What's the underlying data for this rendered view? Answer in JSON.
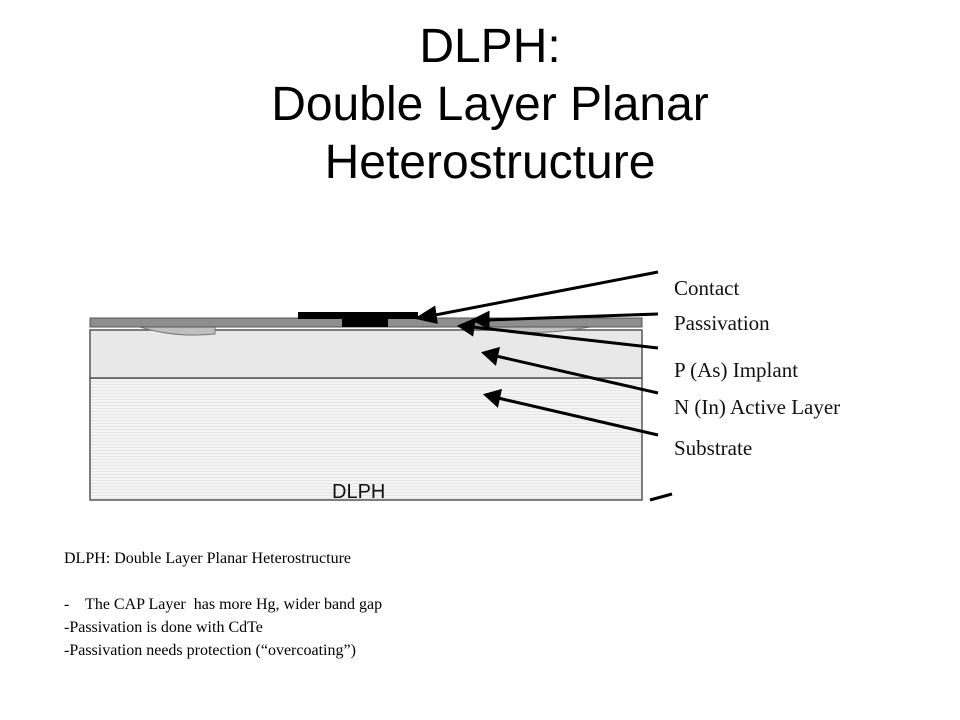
{
  "title": {
    "line1": "DLPH:",
    "line2": "Double Layer Planar",
    "line3": "Heterostructure"
  },
  "diagram": {
    "caption": "DLPH",
    "labels": [
      "Contact",
      "Passivation",
      "P (As) Implant",
      "N (In) Active Layer",
      "Substrate"
    ]
  },
  "notes": {
    "heading": "DLPH: Double Layer Planar Heterostructure",
    "bullets": [
      "-    The CAP Layer  has more Hg, wider band gap",
      "-Passivation is done with CdTe",
      "-Passivation needs protection (“overcoating”)"
    ]
  },
  "colors": {
    "passivation": "#8e8e8e",
    "implant": "#e8e8e8",
    "substrate": "#f3f3f3",
    "contact": "#000000"
  }
}
